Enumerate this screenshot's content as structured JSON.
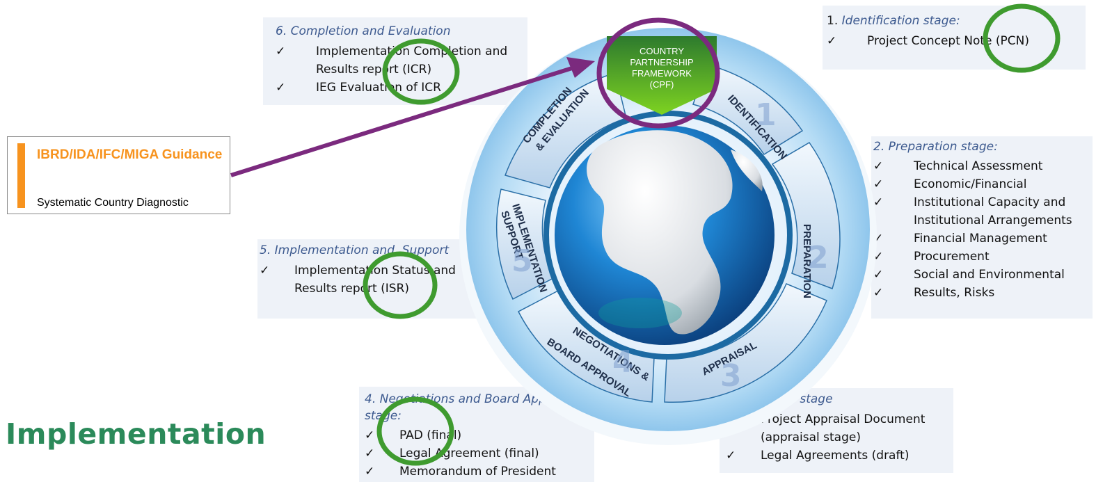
{
  "guidance": {
    "title": "IBRD/IDA/IFC/MIGA Guidance",
    "subtitle": "Systematic Country Diagnostic"
  },
  "side_title": "Implementation",
  "cpf": {
    "lines": [
      "COUNTRY",
      "PARTNERSHIP",
      "FRAMEWORK",
      "(CPF)"
    ]
  },
  "ring_labels": {
    "identification": "IDENTIFICATION",
    "preparation": "PREPARATION",
    "appraisal": "APPRAISAL",
    "negotiations": [
      "NEGOTIATIONS &",
      "BOARD APPROVAL"
    ],
    "implementation": [
      "IMPLEMENTATION",
      "SUPPORT"
    ],
    "completion": [
      "COMPLETION",
      "& EVALUATION"
    ]
  },
  "ring_numbers": [
    "1",
    "2",
    "3",
    "4",
    "5"
  ],
  "check_mark": "✓",
  "stages": {
    "identification": {
      "num": "1.",
      "title": "Identification stage:",
      "items": [
        "Project Concept Note (PCN)"
      ]
    },
    "preparation": {
      "title": "2. Preparation stage:",
      "items": [
        "Technical Assessment",
        "Economic/Financial",
        "Institutional Capacity and Institutional Arrangements",
        "Financial Management",
        "Procurement",
        "Social and Environmental",
        "Results, Risks"
      ]
    },
    "appraisal": {
      "title": "3. Appraisal stage",
      "items": [
        "Project Appraisal Document (appraisal stage)",
        "Legal Agreements (draft)"
      ]
    },
    "negotiations": {
      "title": "4. Negotiations and Board Approval stage:",
      "items": [
        "PAD (final)",
        "Legal Agreement (final)",
        "Memorandum of President"
      ]
    },
    "implementation": {
      "title": "5. Implementation and  Support",
      "items": [
        "Implementation Status and Results report (ISR)"
      ]
    },
    "completion": {
      "title": "6. Completion and Evaluation",
      "items": [
        "Implementation Completion and Results report (ICR)",
        "IEG Evaluation of ICR"
      ]
    }
  },
  "colors": {
    "highlight_circle": "#3f9b2f",
    "cpf_circle": "#7b2a7e",
    "arrow": "#7b2a7e",
    "guidance_orange": "#f7931e",
    "title_green": "#2b8a5a",
    "stage_title_blue": "#3d5a8f"
  }
}
